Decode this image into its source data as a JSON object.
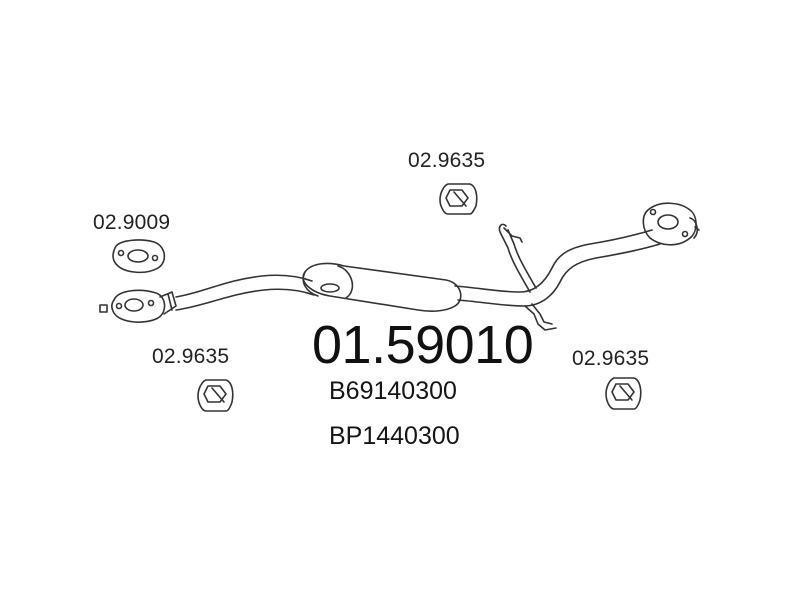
{
  "main_part_number": "01.59010",
  "oem_numbers": [
    "B69140300",
    "BP1440300"
  ],
  "accessories": {
    "gasket": "02.9009",
    "hanger_top": "02.9635",
    "hanger_left": "02.9635",
    "hanger_right": "02.9635"
  },
  "colors": {
    "line": "#333333",
    "background": "#ffffff"
  }
}
